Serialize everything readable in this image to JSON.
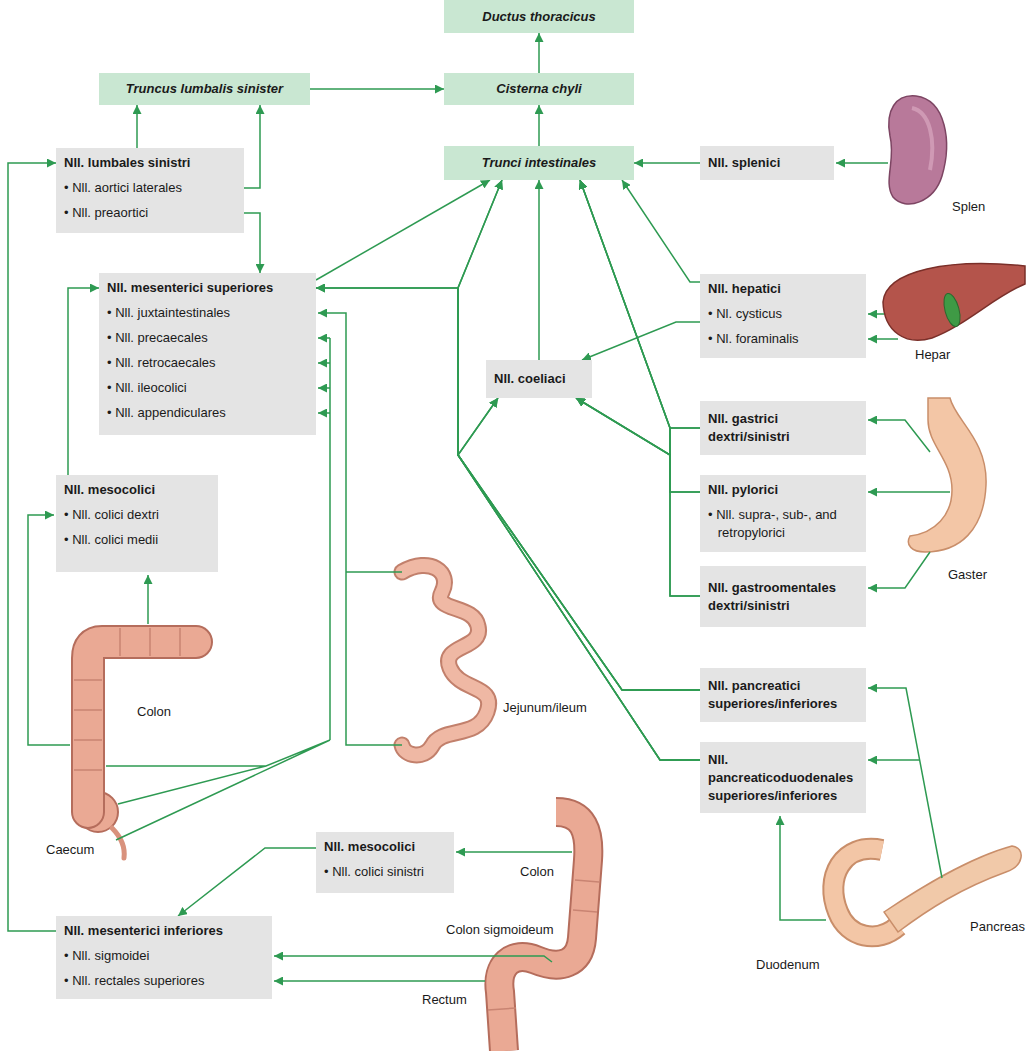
{
  "diagram": {
    "nodes": [
      {
        "text": [
          "Ductus thoracicus"
        ]
      },
      {
        "text": [
          "Truncus lumbalis sinister"
        ]
      },
      {
        "text": [
          "Cisterna chyli"
        ]
      },
      {
        "text": [
          "Trunci intestinales"
        ]
      },
      {
        "text": [
          "Nll. splenici"
        ]
      },
      {
        "text": [
          "Nll. lumbales sinistri",
          "• Nll. aortici laterales",
          "• Nll. preaortici"
        ]
      },
      {
        "text": [
          "Nll. mesenterici superiores",
          "• Nll. juxtaintestinales",
          "• Nll. precaecales",
          "• Nll. retrocaecales",
          "• Nll. ileocolici",
          "• Nll. appendiculares"
        ]
      },
      {
        "text": [
          "Nll. hepatici",
          "• Nl. cysticus",
          "• Nl. foraminalis"
        ]
      },
      {
        "text": [
          "Nll. coeliaci"
        ]
      },
      {
        "text": [
          "Nll. gastrici dextri/sinistri"
        ]
      },
      {
        "text": [
          "Nll. mesocolici",
          "• Nll. colici dextri",
          "• Nll. colici medii"
        ]
      },
      {
        "text": [
          "Nll. pylorici",
          "• Nll. supra-, sub-, and retropylorici"
        ]
      },
      {
        "text": [
          "Nll. gastroomentales dextri/sinistri"
        ]
      },
      {
        "text": [
          "Nll. pancreatici superiores/inferiores"
        ]
      },
      {
        "text": [
          "Nll. pancreaticoduodenales superiores/inferiores"
        ]
      },
      {
        "text": [
          "Nll. mesocolici",
          "• Nll. colici sinistri"
        ]
      },
      {
        "text": [
          "Nll. mesenterici inferiores",
          "• Nll. sigmoidei",
          "• Nll. rectales superiores"
        ]
      }
    ],
    "edges": [
      {
        "from": 2,
        "to": 0,
        "arrow": "to"
      },
      {
        "from": 1,
        "to": 2,
        "arrow": "to"
      },
      {
        "from": 3,
        "to": 2,
        "arrow": "to"
      },
      {
        "from": 4,
        "to": 3,
        "arrow": "to"
      },
      {
        "from": 5,
        "to": 1,
        "arrow": "to"
      },
      {
        "from": 5,
        "to": 1,
        "arrow": "to"
      },
      {
        "from": 5,
        "to": 6,
        "arrow": "to"
      },
      {
        "from": 6,
        "to": 3,
        "arrow": "to"
      },
      {
        "from": 7,
        "to": 3,
        "arrow": "to"
      },
      {
        "from": 7,
        "to": 8,
        "arrow": "to"
      },
      {
        "from": 8,
        "to": 3,
        "arrow": "to"
      },
      {
        "from": 9,
        "to": 3,
        "arrow": "to"
      },
      {
        "from": 11,
        "to": 3,
        "arrow": "to"
      },
      {
        "from": 12,
        "to": 3,
        "arrow": "to"
      },
      {
        "from": 9,
        "to": 8,
        "arrow": "to"
      },
      {
        "from": 11,
        "to": 8,
        "arrow": "to"
      },
      {
        "from": 12,
        "to": 8,
        "arrow": "to"
      },
      {
        "from": 13,
        "to": 6,
        "arrow": "to"
      },
      {
        "from": 13,
        "to": 3,
        "arrow": "to"
      },
      {
        "from": 13,
        "to": 8,
        "arrow": "to"
      },
      {
        "from": 14,
        "to": 6,
        "arrow": "to"
      },
      {
        "from": 14,
        "to": 3,
        "arrow": "to"
      },
      {
        "from": 14,
        "to": 8,
        "arrow": "to"
      },
      {
        "from": 10,
        "to": 6,
        "arrow": "to"
      },
      {
        "from": 15,
        "to": 16,
        "arrow": "to"
      },
      {
        "from": 16,
        "to": 5,
        "arrow": "to"
      }
    ],
    "labels": [
      "Splen",
      "Hepar",
      "Gaster",
      "Colon",
      "Jejunum/ileum",
      "Caecum",
      "Colon",
      "Colon sigmoideum",
      "Rectum",
      "Pancreas",
      "Duodenum"
    ]
  }
}
